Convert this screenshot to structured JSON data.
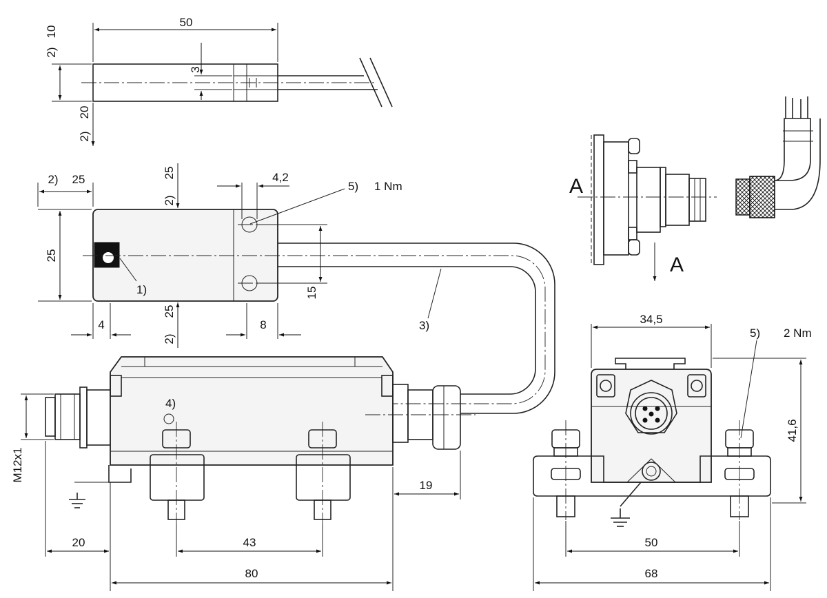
{
  "top_view": {
    "dim_length": "50",
    "dim_height": "10",
    "note_top": "2)",
    "dim_slot": "3",
    "dim_below": "20",
    "note_below": "2)"
  },
  "front_view": {
    "note_left": "2)",
    "dim_left": "25",
    "dim_top": "25",
    "note_top": "2)",
    "dim_hole": "4,2",
    "label_torque_ref": "5)",
    "torque_small": "1 Nm",
    "dim_height": "25",
    "label_marker": "1)",
    "dim_spacing": "15",
    "label_cable": "3)",
    "dim_bottom": "25",
    "note_bottom": "2)",
    "dim_edge": "4",
    "dim_tab": "8"
  },
  "side_view": {
    "section_label_left": "A",
    "section_label_down": "A"
  },
  "housing_view": {
    "label_ground_ref": "4)",
    "thread_label": "M12x1",
    "dim_connector": "20",
    "dim_screw_spacing": "43",
    "dim_total": "80",
    "dim_gland": "19"
  },
  "end_view": {
    "dim_top": "34,5",
    "label_torque_ref": "5)",
    "torque_large": "2 Nm",
    "dim_height": "41,6",
    "dim_mount": "50",
    "dim_total": "68"
  }
}
